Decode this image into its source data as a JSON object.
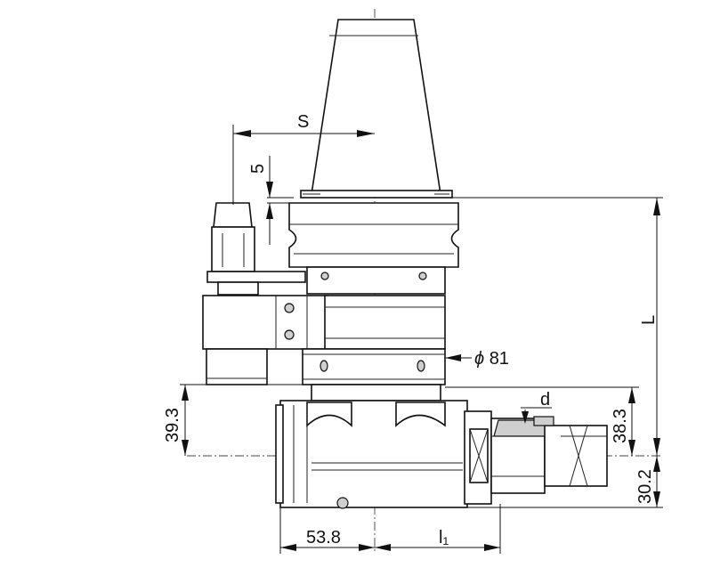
{
  "drawing": {
    "dimensions": {
      "s": "S",
      "offset_5": "5",
      "length_L": "L",
      "diameter_prefix": "ϕ",
      "diameter_value": "81",
      "height_39_3": "39.3",
      "height_38_3": "38.3",
      "height_30_2": "30.2",
      "width_53_8": "53.8",
      "length_l1": "l₁",
      "thread_d": "d"
    }
  }
}
